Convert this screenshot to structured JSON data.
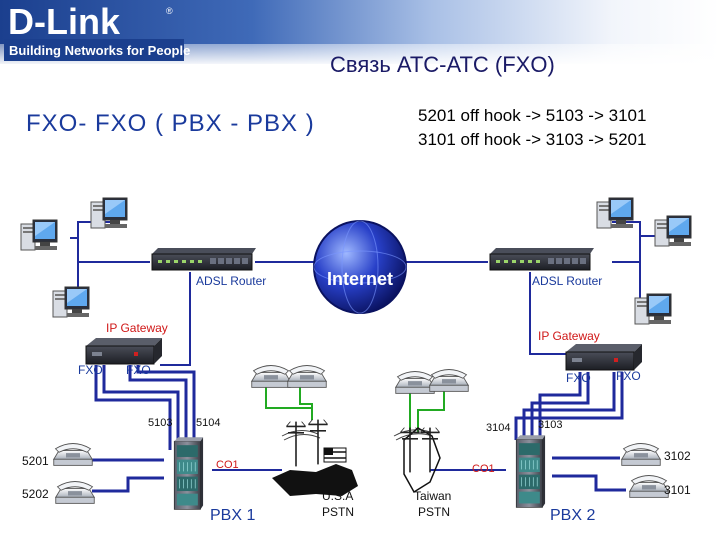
{
  "logo": {
    "brand": "D-Link",
    "registered": "®",
    "tagline": "Building Networks for People"
  },
  "title": "Связь АТС-АТС (FXO)",
  "subtitle": "FXO- FXO ( PBX - PBX )",
  "call_flows": [
    "5201 off hook -> 5103 -> 3101",
    "3101 off hook -> 3103 -> 5201"
  ],
  "internet_label": "Internet",
  "left": {
    "router_label": "ADSL Router",
    "gateway_label": "IP Gateway",
    "fxo_a": "FXO",
    "fxo_b": "FXO",
    "port_a": "5103",
    "port_b": "5104",
    "co_label": "CO1",
    "pbx_label": "PBX 1",
    "phone_a": "5201",
    "phone_b": "5202",
    "pstn_country": "U.S.A",
    "pstn_label": "PSTN"
  },
  "right": {
    "router_label": "ADSL Router",
    "gateway_label": "IP Gateway",
    "fxo_a": "FXO",
    "fxo_b": "FXO",
    "port_a": "3104",
    "port_b": "3103",
    "co_label": "CO1",
    "pbx_label": "PBX 2",
    "phone_a": "3102",
    "phone_b": "3101",
    "pstn_country": "Taiwan",
    "pstn_label": "PSTN"
  },
  "colors": {
    "blue_line": "#1f2a9c",
    "green_line": "#22aa22",
    "label_red": "#d01818",
    "label_blue": "#1a3a9c"
  }
}
